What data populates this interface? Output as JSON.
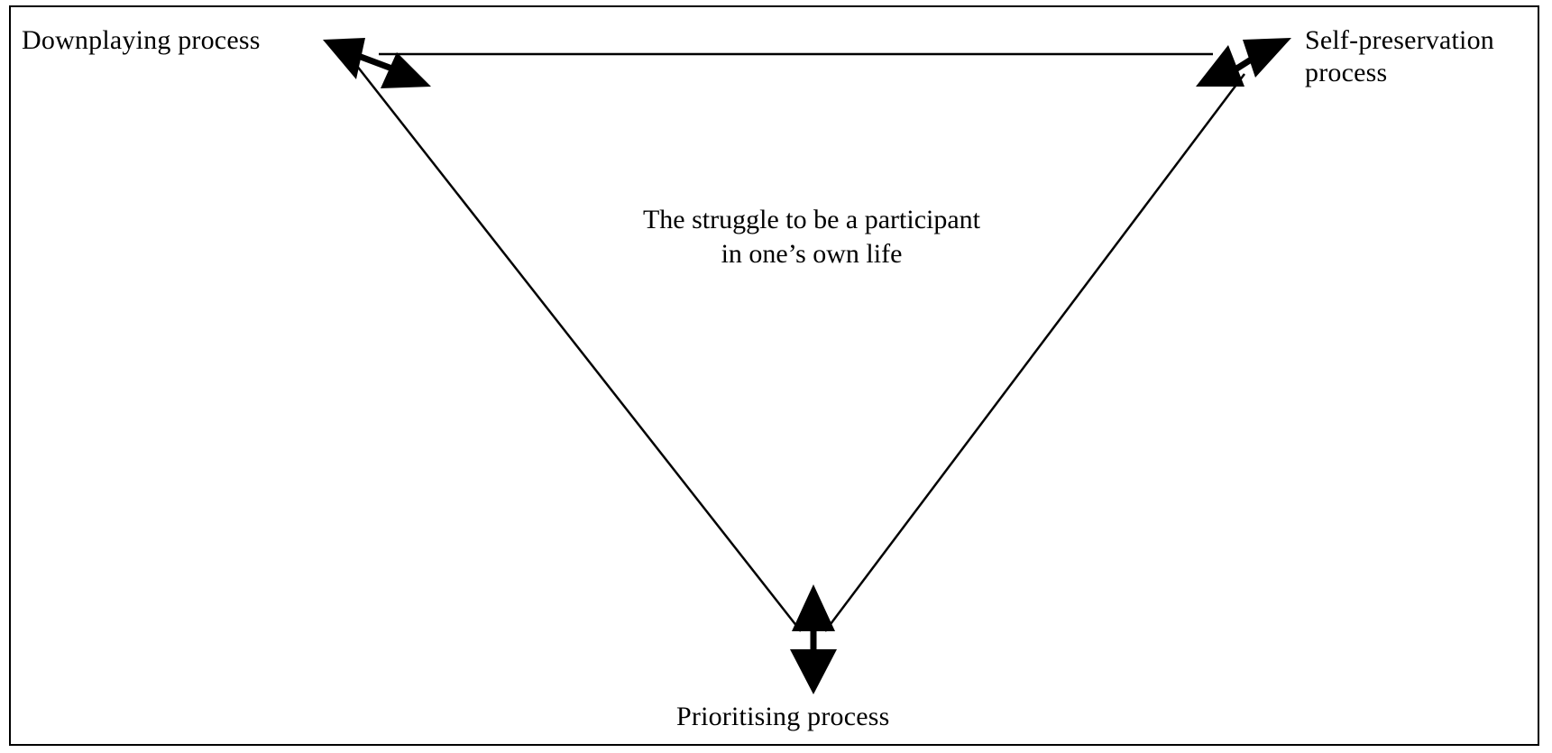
{
  "nodes": {
    "downplaying": "Downplaying process",
    "self_preservation_line1": "Self-preservation",
    "self_preservation_line2": "process",
    "prioritising": "Prioritising process"
  },
  "center": {
    "line1": "The struggle to be a participant",
    "line2": "in one’s own life"
  },
  "colors": {
    "line": "#000000",
    "background": "#ffffff"
  }
}
